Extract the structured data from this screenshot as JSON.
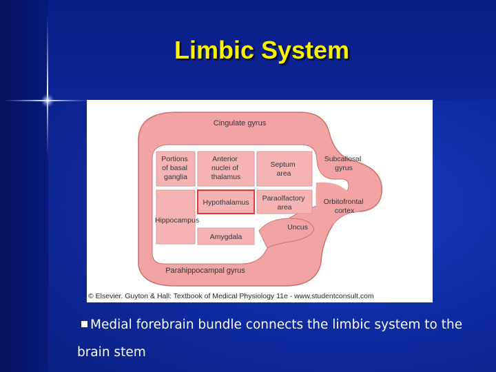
{
  "slide": {
    "title": "Limbic System",
    "bullet": "Medial forebrain bundle connects the limbic system to the brain stem"
  },
  "figure": {
    "credit": "© Elsevier. Guyton & Hall: Textbook of Medical Physiology 11e - www.studentconsult.com",
    "labels": {
      "cingulate": "Cingulate gyrus",
      "basal_ganglia": [
        "Portions",
        "of basal",
        "ganglia"
      ],
      "anterior_thalamus": [
        "Anterior",
        "nuclei of",
        "thalamus"
      ],
      "septum": [
        "Septum",
        "area"
      ],
      "subcallosal": [
        "Subcallosal",
        "gyrus"
      ],
      "hypothalamus": "Hypothalamus",
      "paraolfactory": [
        "Paraolfactory",
        "area"
      ],
      "orbitofrontal": [
        "Orbitofrontal",
        "cortex"
      ],
      "hippocampus": "Hippocampus",
      "uncus": "Uncus",
      "amygdala": "Amygdala",
      "parahippocampal": "Parahippocampal gyrus"
    }
  },
  "colors": {
    "title": "#f7f400",
    "ring_fill": "#f2a3a3",
    "ring_stroke": "#c96f6f",
    "box_fill": "#f5b3b3",
    "hypothalamus_border": "#e03a3a"
  }
}
